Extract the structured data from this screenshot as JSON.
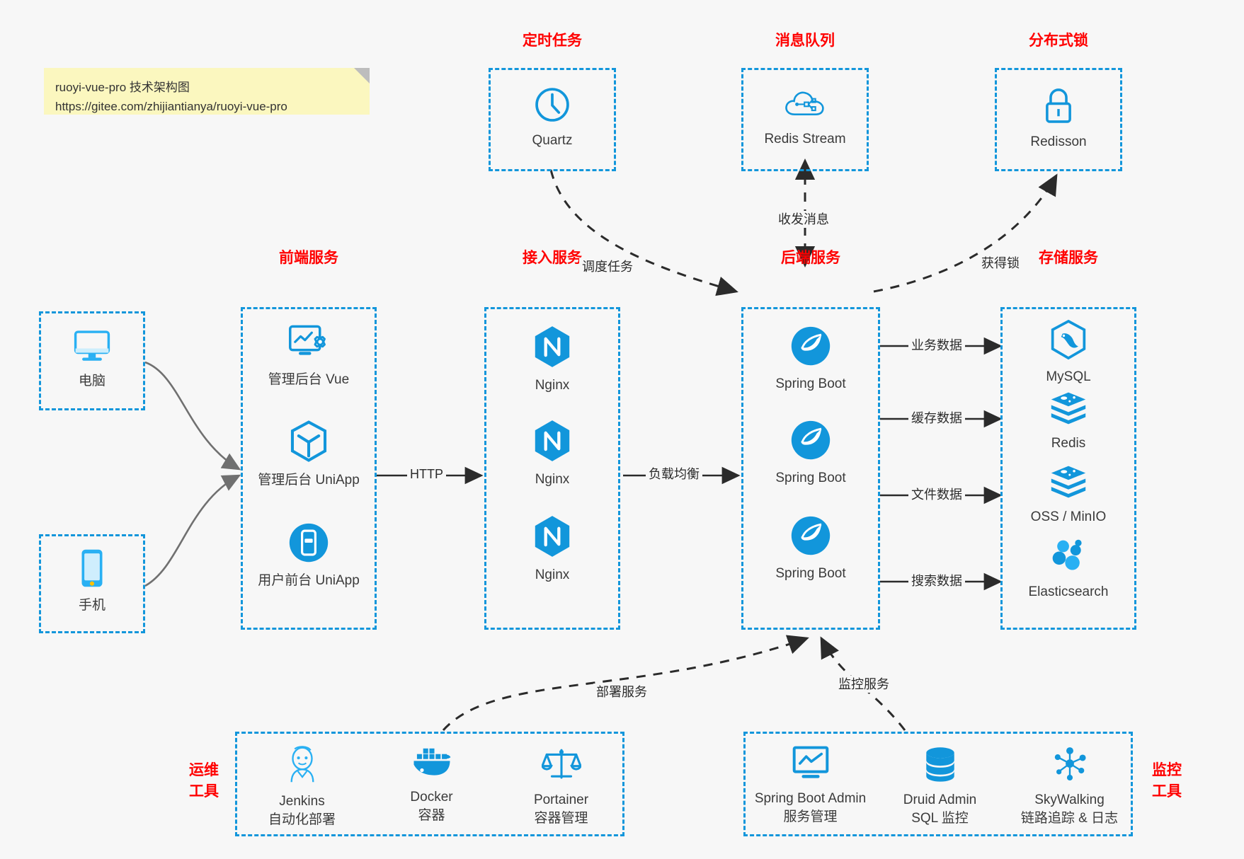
{
  "note": {
    "line1": "ruoyi-vue-pro 技术架构图",
    "line2": "https://gitee.com/zhijiantianya/ruoyi-vue-pro"
  },
  "groups": {
    "scheduler": {
      "title": "定时任务",
      "nodes": [
        {
          "label": "Quartz",
          "icon": "clock-icon"
        }
      ]
    },
    "mq": {
      "title": "消息队列",
      "nodes": [
        {
          "label": "Redis Stream",
          "icon": "cloud-stream-icon"
        }
      ]
    },
    "lock": {
      "title": "分布式锁",
      "nodes": [
        {
          "label": "Redisson",
          "icon": "lock-icon"
        }
      ]
    },
    "frontend": {
      "title": "前端服务",
      "nodes": [
        {
          "label": "管理后台 Vue",
          "icon": "monitor-gear-icon"
        },
        {
          "label": "管理后台 UniApp",
          "icon": "cube-icon"
        },
        {
          "label": "用户前台 UniApp",
          "icon": "mobile-circle-icon"
        }
      ]
    },
    "gateway": {
      "title": "接入服务",
      "nodes": [
        {
          "label": "Nginx",
          "icon": "nginx-icon"
        },
        {
          "label": "Nginx",
          "icon": "nginx-icon"
        },
        {
          "label": "Nginx",
          "icon": "nginx-icon"
        }
      ]
    },
    "backend": {
      "title": "后端服务",
      "nodes": [
        {
          "label": "Spring Boot",
          "icon": "spring-leaf-icon"
        },
        {
          "label": "Spring Boot",
          "icon": "spring-leaf-icon"
        },
        {
          "label": "Spring Boot",
          "icon": "spring-leaf-icon"
        }
      ]
    },
    "storage": {
      "title": "存储服务",
      "nodes": [
        {
          "label": "MySQL",
          "icon": "mysql-dolphin-icon"
        },
        {
          "label": "Redis",
          "icon": "redis-stack-icon"
        },
        {
          "label": "OSS / MinIO",
          "icon": "redis-stack-icon"
        },
        {
          "label": "Elasticsearch",
          "icon": "elasticsearch-icon"
        }
      ]
    },
    "ops": {
      "title_line1": "运维",
      "title_line2": "工具",
      "nodes": [
        {
          "label": "Jenkins",
          "sub": "自动化部署",
          "icon": "jenkins-butler-icon"
        },
        {
          "label": "Docker",
          "sub": "容器",
          "icon": "docker-whale-icon"
        },
        {
          "label": "Portainer",
          "sub": "容器管理",
          "icon": "scales-icon"
        }
      ]
    },
    "monitor": {
      "title_line1": "监控",
      "title_line2": "工具",
      "nodes": [
        {
          "label": "Spring Boot Admin",
          "sub": "服务管理",
          "icon": "monitor-chart-icon"
        },
        {
          "label": "Druid Admin",
          "sub": "SQL 监控",
          "icon": "database-icon"
        },
        {
          "label": "SkyWalking",
          "sub": "链路追踪 & 日志",
          "icon": "skywalking-icon"
        }
      ]
    }
  },
  "clients": [
    {
      "label": "电脑",
      "icon": "desktop-icon"
    },
    {
      "label": "手机",
      "icon": "phone-icon"
    }
  ],
  "edges": [
    {
      "id": "schedule",
      "label": "调度任务"
    },
    {
      "id": "send-recv",
      "label": "收发消息"
    },
    {
      "id": "acquire",
      "label": "获得锁"
    },
    {
      "id": "http",
      "label": "HTTP"
    },
    {
      "id": "lb",
      "label": "负载均衡"
    },
    {
      "id": "biz-data",
      "label": "业务数据"
    },
    {
      "id": "cache-data",
      "label": "缓存数据"
    },
    {
      "id": "file-data",
      "label": "文件数据"
    },
    {
      "id": "search-data",
      "label": "搜索数据"
    },
    {
      "id": "deploy",
      "label": "部署服务"
    },
    {
      "id": "observe",
      "label": "监控服务"
    }
  ],
  "colors": {
    "accent": "#1296db",
    "title": "#ff0000",
    "background": "#f7f7f7",
    "note": "#fbf7bf",
    "arrow": "#2b2b2b",
    "gray_arrow": "#707070"
  }
}
